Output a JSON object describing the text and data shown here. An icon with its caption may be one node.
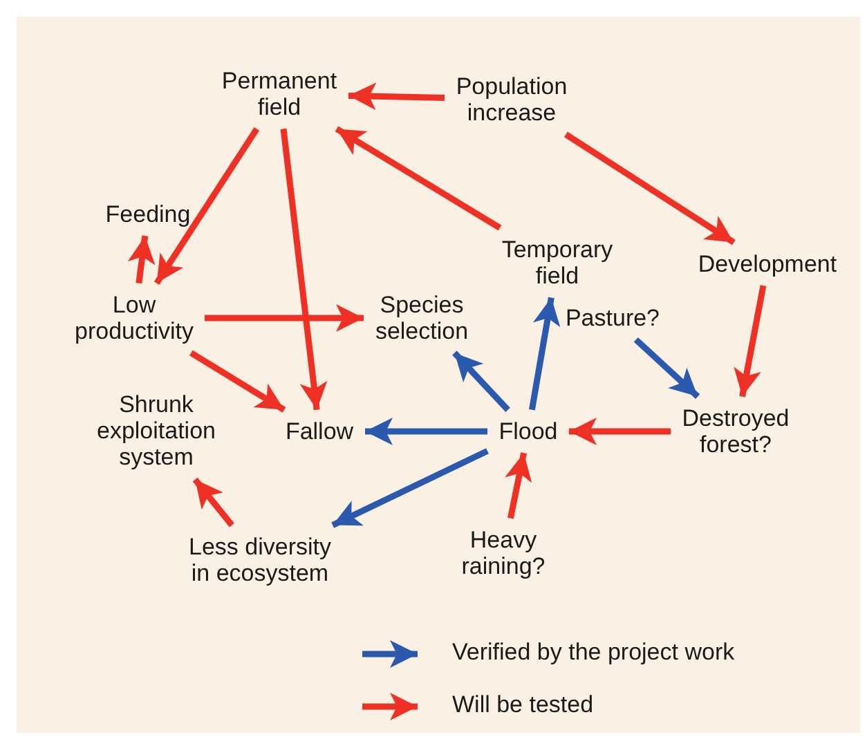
{
  "diagram": {
    "nodes": [
      {
        "text": [
          "Permanent field"
        ]
      },
      {
        "text": [
          "Population increase"
        ]
      },
      {
        "text": [
          "Feeding"
        ]
      },
      {
        "text": [
          "Low productivity"
        ]
      },
      {
        "text": [
          "Temporary field"
        ]
      },
      {
        "text": [
          "Development"
        ]
      },
      {
        "text": [
          "Species selection"
        ]
      },
      {
        "text": [
          "Pasture?"
        ]
      },
      {
        "text": [
          "Shrunk exploitation system"
        ]
      },
      {
        "text": [
          "Fallow"
        ]
      },
      {
        "text": [
          "Flood"
        ]
      },
      {
        "text": [
          "Destroyed forest?"
        ]
      },
      {
        "text": [
          "Less diversity in ecosystem"
        ]
      },
      {
        "text": [
          "Heavy raining?"
        ]
      }
    ],
    "edges": [
      {
        "from": 1,
        "to": 0,
        "arrow": "to"
      },
      {
        "from": 1,
        "to": 5,
        "arrow": "to"
      },
      {
        "from": 0,
        "to": 3,
        "arrow": "to"
      },
      {
        "from": 0,
        "to": 9,
        "arrow": "to"
      },
      {
        "from": 4,
        "to": 0,
        "arrow": "to"
      },
      {
        "from": 3,
        "to": 2,
        "arrow": "to"
      },
      {
        "from": 3,
        "to": 6,
        "arrow": "to"
      },
      {
        "from": 3,
        "to": 9,
        "arrow": "to"
      },
      {
        "from": 10,
        "to": 4,
        "arrow": "to",
        "color": "#2b59ad"
      },
      {
        "from": 10,
        "to": 6,
        "arrow": "to",
        "color": "#2b59ad"
      },
      {
        "from": 7,
        "to": 11,
        "arrow": "to",
        "color": "#2b59ad"
      },
      {
        "from": 5,
        "to": 11,
        "arrow": "to"
      },
      {
        "from": 11,
        "to": 10,
        "arrow": "to"
      },
      {
        "from": 10,
        "to": 9,
        "arrow": "to",
        "color": "#2b59ad"
      },
      {
        "from": 10,
        "to": 12,
        "arrow": "to",
        "color": "#2b59ad"
      },
      {
        "from": 12,
        "to": 8,
        "arrow": "to"
      },
      {
        "from": 13,
        "to": 10,
        "arrow": "to"
      }
    ],
    "legend": [
      {
        "text": "Verified by the project work"
      },
      {
        "text": "Will be tested"
      }
    ]
  }
}
